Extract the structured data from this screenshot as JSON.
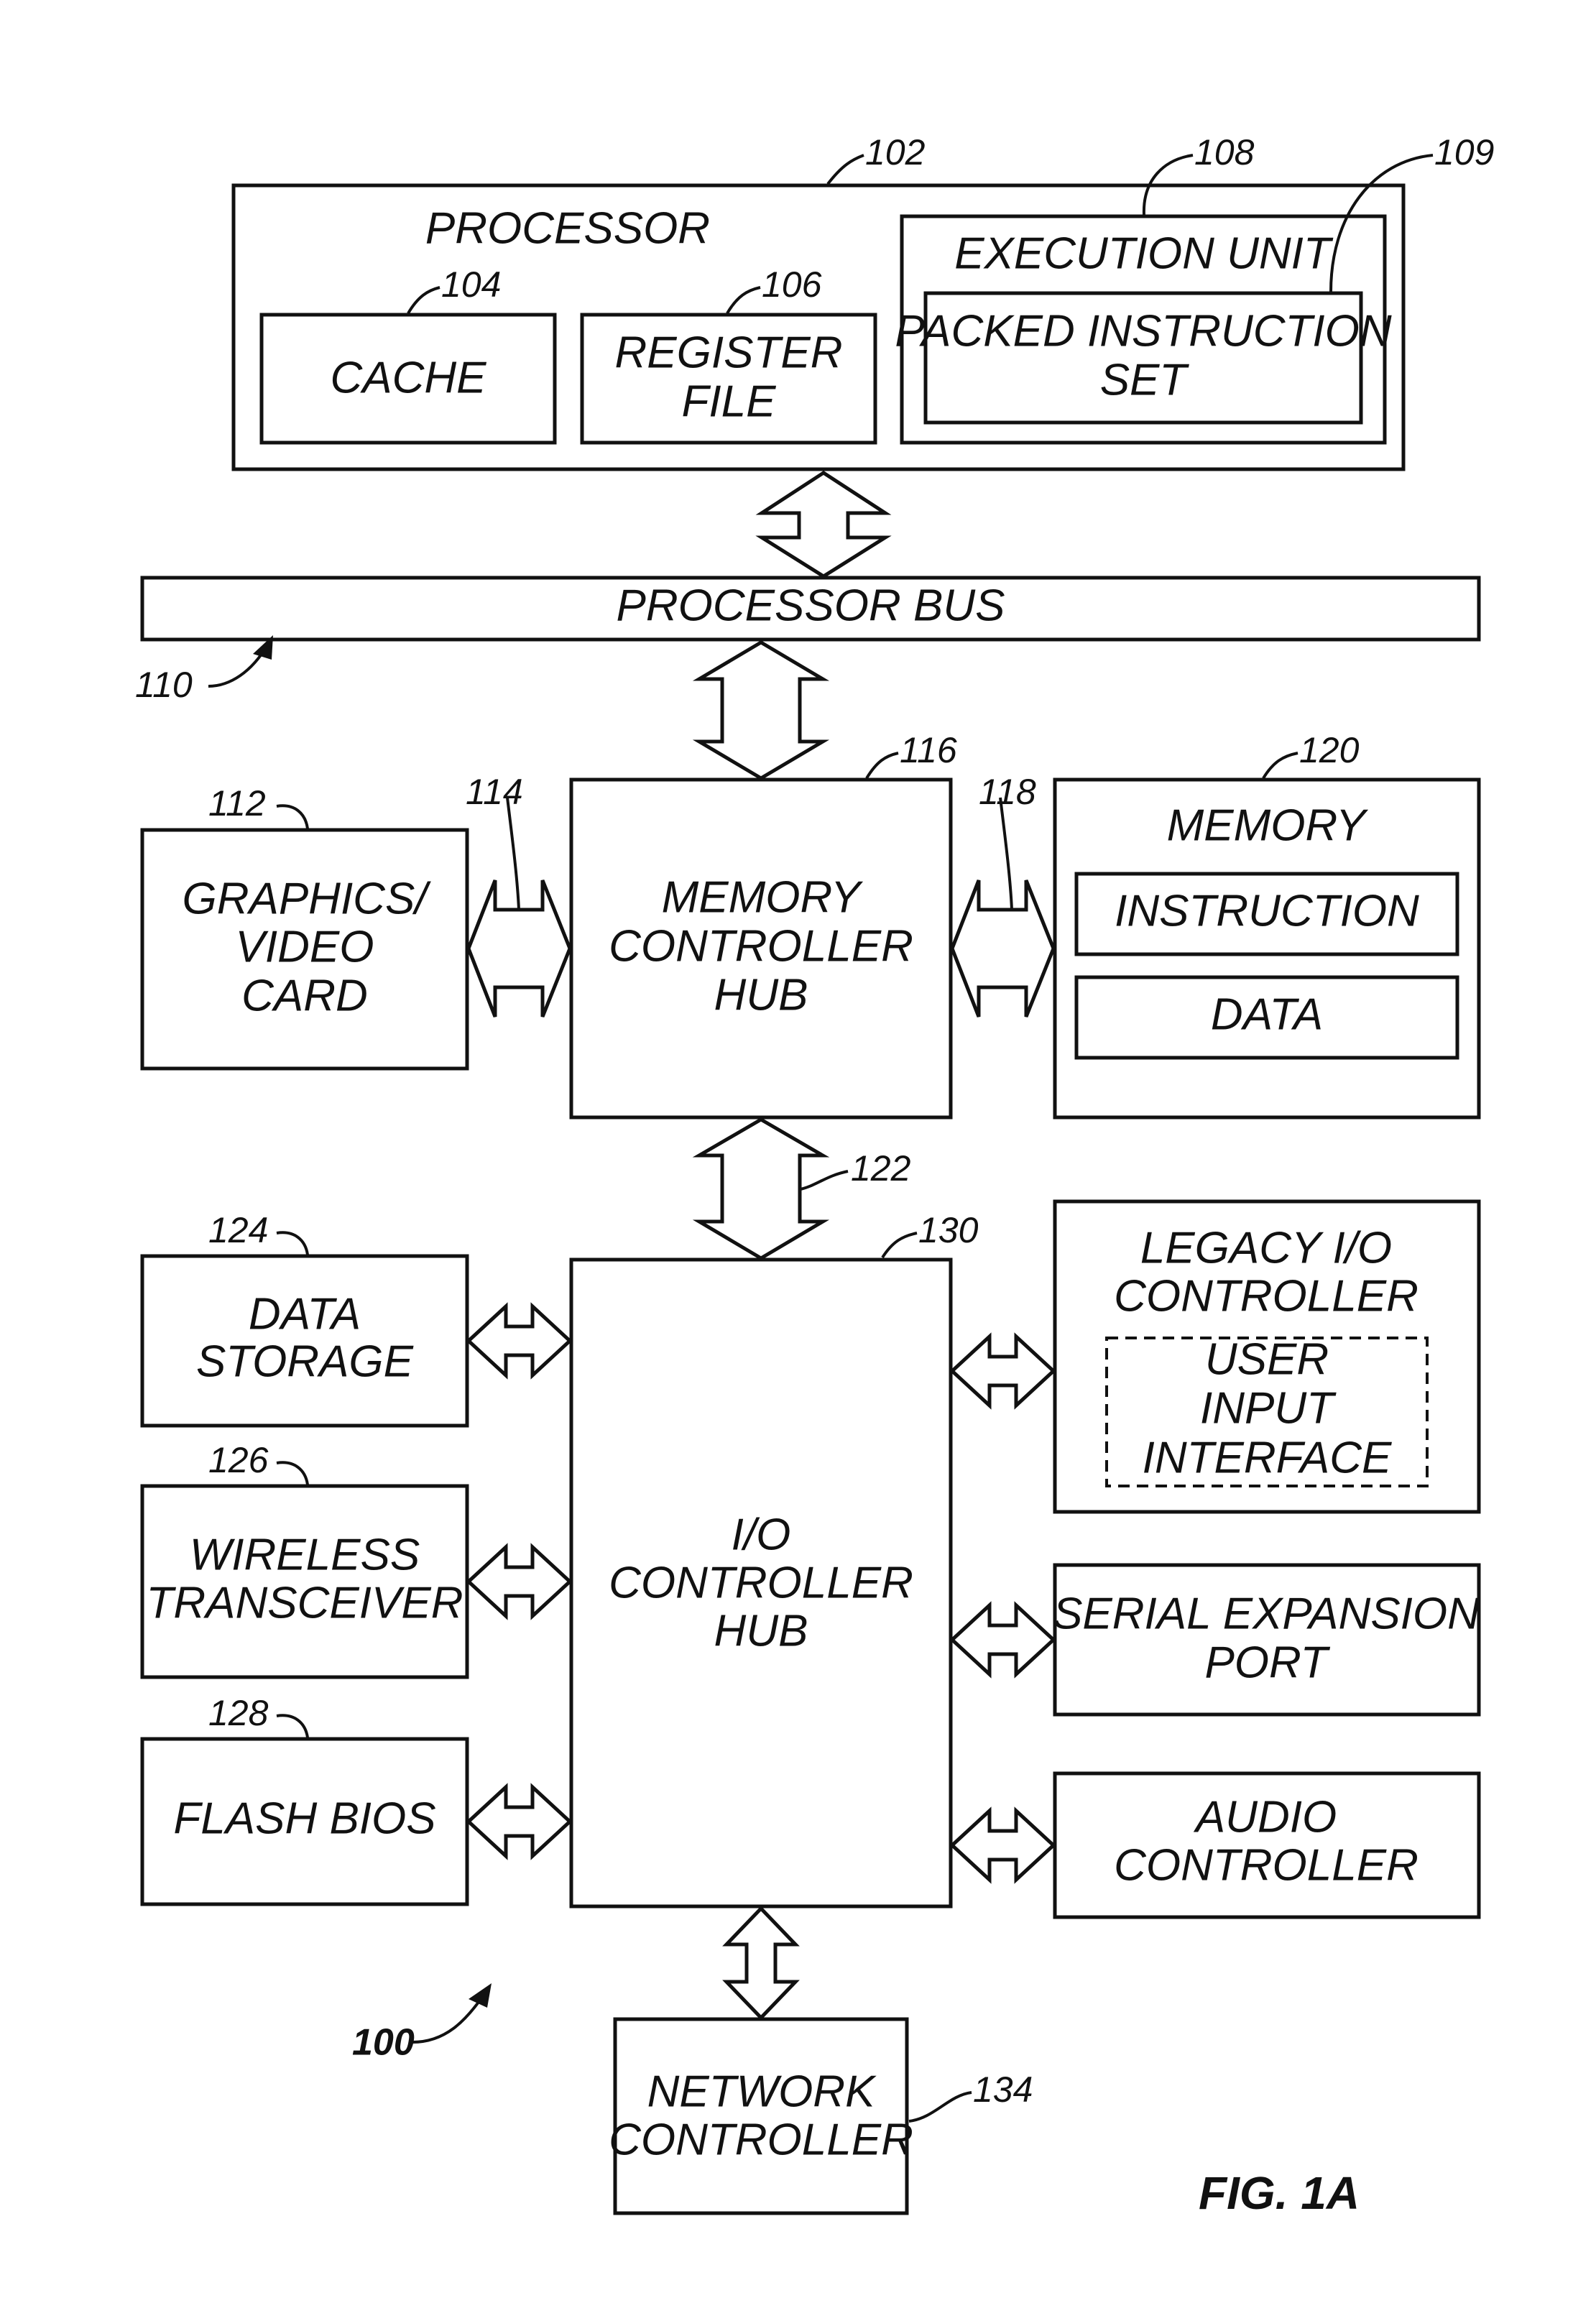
{
  "labels": {
    "processor": "PROCESSOR",
    "cache": "CACHE",
    "register_file": [
      "REGISTER",
      "FILE"
    ],
    "execution_unit": "EXECUTION UNIT",
    "packed_instruction_set": [
      "PACKED INSTRUCTION",
      "SET"
    ],
    "processor_bus": "PROCESSOR BUS",
    "graphics_video_card": [
      "GRAPHICS/",
      "VIDEO",
      "CARD"
    ],
    "memory_controller_hub": [
      "MEMORY",
      "CONTROLLER",
      "HUB"
    ],
    "memory": "MEMORY",
    "instruction": "INSTRUCTION",
    "data": "DATA",
    "data_storage": [
      "DATA",
      "STORAGE"
    ],
    "wireless_transceiver": [
      "WIRELESS",
      "TRANSCEIVER"
    ],
    "flash_bios": "FLASH BIOS",
    "io_controller_hub": [
      "I/O",
      "CONTROLLER",
      "HUB"
    ],
    "legacy_io_controller": [
      "LEGACY I/O",
      "CONTROLLER"
    ],
    "user_input_interface": [
      "USER",
      "INPUT",
      "INTERFACE"
    ],
    "serial_expansion_port": [
      "SERIAL EXPANSION",
      "PORT"
    ],
    "audio_controller": [
      "AUDIO",
      "CONTROLLER"
    ],
    "network_controller": [
      "NETWORK",
      "CONTROLLER"
    ]
  },
  "refs": {
    "processor": "102",
    "cache": "104",
    "register_file": "106",
    "execution_unit": "108",
    "packed_instruction_set": "109",
    "processor_bus": "110",
    "graphics_video_card": "112",
    "link_114": "114",
    "memory_controller_hub": "116",
    "link_118": "118",
    "memory": "120",
    "link_122": "122",
    "data_storage": "124",
    "wireless_transceiver": "126",
    "flash_bios": "128",
    "io_controller_hub": "130",
    "network_controller": "134",
    "system": "100"
  },
  "figure_label": "FIG. 1A"
}
